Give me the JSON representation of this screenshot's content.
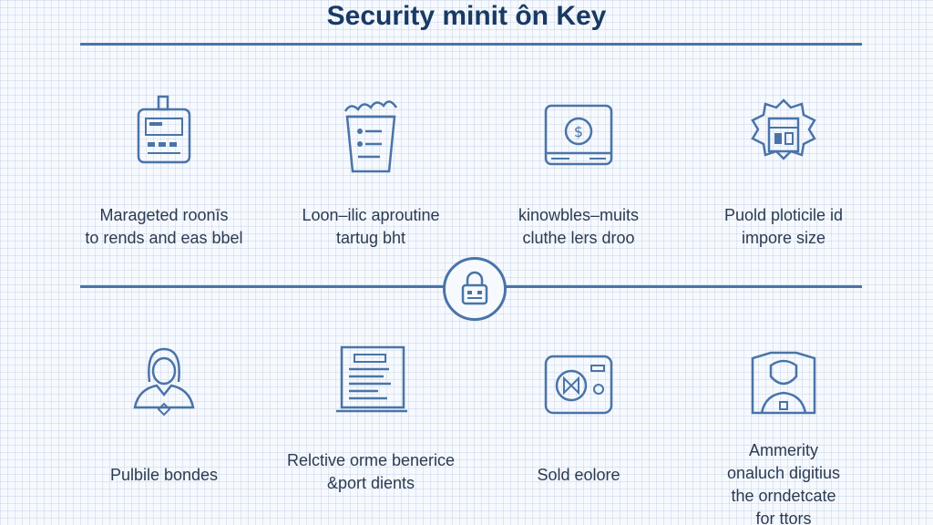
{
  "title": "Security minit ôn Key",
  "colors": {
    "accent": "#4a74a8",
    "text": "#2b3b52",
    "title": "#183a64"
  },
  "hub": {
    "icon": "padlock-icon"
  },
  "items": [
    {
      "icon": "keycard-device-icon",
      "lines": [
        "Marageted roonīs",
        "to rends and eas bbel"
      ]
    },
    {
      "icon": "server-bin-icon",
      "lines": [
        "Loon–ilic aproutine",
        "tartug bht"
      ]
    },
    {
      "icon": "monitor-coin-icon",
      "lines": [
        "kinowbles–muits",
        "cluthe lers droo"
      ]
    },
    {
      "icon": "vault-gear-icon",
      "lines": [
        "Puold ploticile id",
        "impore size"
      ]
    },
    {
      "icon": "hooded-person-icon",
      "lines": [
        "Pulbile bondes"
      ]
    },
    {
      "icon": "laptop-document-icon",
      "lines": [
        "Relctive orme benerice",
        "&port dients"
      ]
    },
    {
      "icon": "safe-icon",
      "lines": [
        "Sold eolore"
      ]
    },
    {
      "icon": "user-profile-icon",
      "lines": [
        "Ammerity",
        "onaluch digitius",
        "the orndetcate",
        "for ttors"
      ]
    }
  ]
}
